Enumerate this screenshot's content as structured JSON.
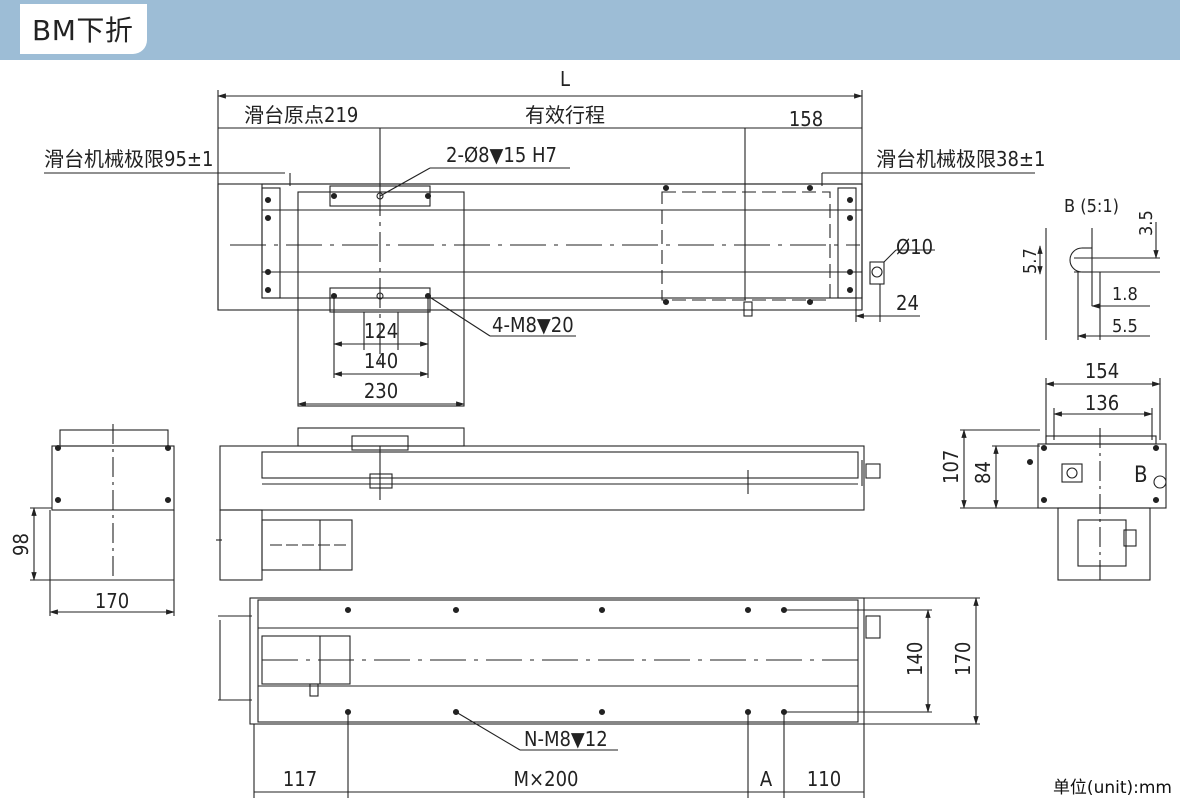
{
  "header": {
    "title": "BM下折"
  },
  "top_view": {
    "overall_length": "L",
    "slider_origin": "滑台原点219",
    "effective_stroke": "有效行程",
    "right_end": "158",
    "left_mech_limit": "滑台机械极限95±1",
    "right_mech_limit": "滑台机械极限38±1",
    "pin_holes": "2-Ø8▼15  H7",
    "diameter": "Ø10",
    "tab_width": "24",
    "tapped_holes": "4-M8▼20",
    "dim_124": "124",
    "dim_140": "140",
    "dim_230": "230"
  },
  "detail_b": {
    "title": "B (5:1)",
    "d_35": "3.5",
    "d_57": "5.7",
    "d_18": "1.8",
    "d_55": "5.5"
  },
  "end_view_right": {
    "d_154": "154",
    "d_136": "136",
    "d_107": "107",
    "d_84": "84",
    "label_b": "B"
  },
  "end_view_left": {
    "d_98": "98",
    "d_170": "170"
  },
  "bottom_view": {
    "mounting_holes": "N-M8▼12",
    "d_117": "117",
    "pitch": "M×200",
    "d_a": "A",
    "d_110": "110",
    "d_140": "140",
    "d_170": "170"
  },
  "unit_label": "单位(unit):mm"
}
